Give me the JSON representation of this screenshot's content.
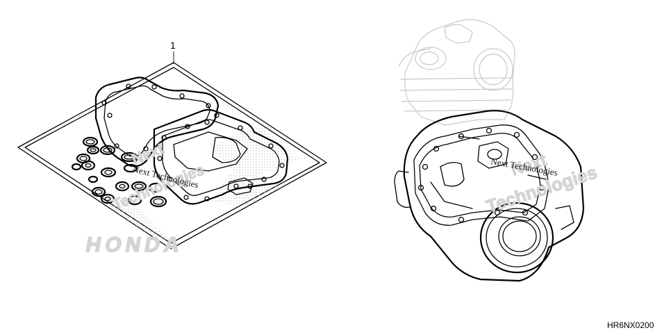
{
  "diagram": {
    "callouts": [
      {
        "label": "1"
      }
    ],
    "figure_code": "HR6NX0200",
    "watermarks": {
      "brand": "HONDA",
      "company_line1": "Next",
      "company_line2": "Technologies",
      "company_full": "Next Technologies"
    },
    "left_part": "gasket-kit",
    "right_part": "engine-assembly"
  }
}
